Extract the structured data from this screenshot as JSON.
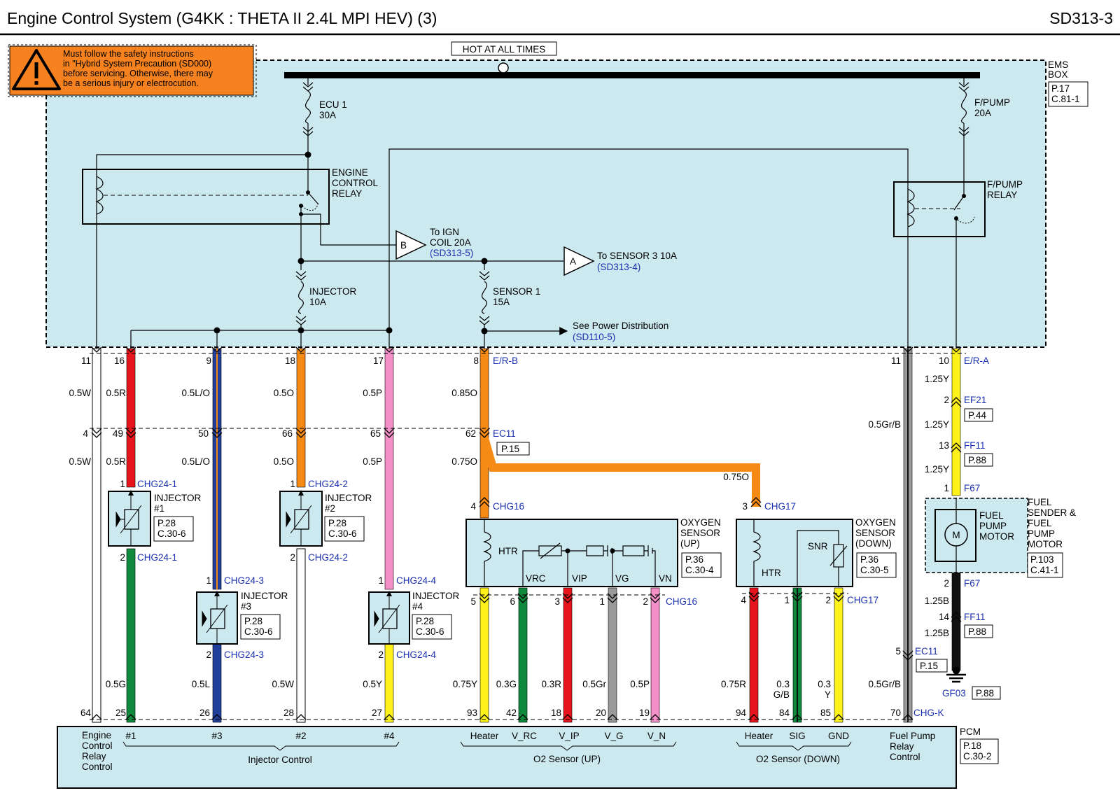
{
  "header": {
    "title": "Engine Control System (G4KK : THETA II 2.4L MPI HEV) (3)",
    "code": "SD313-3"
  },
  "warning": {
    "lines": [
      "Must follow the safety instructions",
      "in \"Hybrid System Precaution (SD000)",
      "before servicing. Otherwise, there may",
      "be a serious injury or electrocution."
    ]
  },
  "colors": {
    "box_fill": "#cde9f0",
    "warning_bg": "#f5821f",
    "link_blue": "#1a2fb0",
    "wire_red": "#e8141b",
    "wire_green": "#0f8a3c",
    "wire_blue": "#1f3f9a",
    "wire_orange": "#f58a14",
    "wire_pink": "#f48fc8",
    "wire_yellow": "#fff21a",
    "wire_gray": "#9a9a9a",
    "wire_black": "#111111"
  },
  "ems_box": {
    "hot_label": "HOT AT ALL TIMES",
    "name": [
      "EMS",
      "BOX"
    ],
    "ref": [
      "P.17",
      "C.81-1"
    ]
  },
  "fuses": {
    "ecu1": [
      "ECU 1",
      "30A"
    ],
    "fpump": [
      "F/PUMP",
      "20A"
    ],
    "injector": [
      "INJECTOR",
      "10A"
    ],
    "sensor1": [
      "SENSOR 1",
      "15A"
    ]
  },
  "relays": {
    "engine": [
      "ENGINE",
      "CONTROL",
      "RELAY"
    ],
    "fpump": [
      "F/PUMP",
      "RELAY"
    ]
  },
  "refs": {
    "b_letter": "B",
    "b_text": [
      "To IGN",
      "COIL 20A"
    ],
    "b_link": "(SD313-5)",
    "a_letter": "A",
    "a_text": "To SENSOR 3 10A",
    "a_link": "(SD313-4)",
    "power_text": "See Power Distribution",
    "power_link": "(SD110-5)"
  },
  "wires": {
    "row1_pins": [
      "11",
      "16",
      "9",
      "18",
      "17",
      "8",
      "11",
      "10"
    ],
    "row1_colors": [
      "0.5W",
      "0.5R",
      "0.5L/O",
      "0.5O",
      "0.5P",
      "0.85O",
      "0.5Gr/B",
      "1.25Y"
    ],
    "row2_pins": [
      "4",
      "49",
      "50",
      "66",
      "65",
      "62"
    ],
    "row2_colors": [
      "0.5W",
      "0.5R",
      "0.5L/O",
      "0.5O",
      "0.5P",
      "0.75O"
    ],
    "o2_down_feed": "0.75O",
    "bottom_colors": [
      "0.5G",
      "0.5L",
      "0.5W",
      "0.5Y",
      "0.75Y",
      "0.3G",
      "0.3R",
      "0.5Gr",
      "0.5P",
      "0.75R",
      "0.3",
      "G/B",
      "0.3",
      "Y",
      "0.5Gr/B"
    ],
    "pcm_pins": [
      "64",
      "25",
      "26",
      "28",
      "27",
      "93",
      "42",
      "18",
      "20",
      "19",
      "94",
      "84",
      "85",
      "70"
    ],
    "fuel_colors": [
      "1.25Y",
      "1.25B",
      "1.25B"
    ]
  },
  "connectors": {
    "er_b": "E/R-B",
    "er_a": "E/R-A",
    "ec11": "EC11",
    "ec11_ref": "P.15",
    "ef21": "EF21",
    "ef21_ref": "P.44",
    "ff11": "FF11",
    "ff11_ref": "P.88",
    "f67": "F67",
    "gf03": "GF03",
    "gf03_ref": "P.88",
    "chg24_1": "CHG24-1",
    "chg24_2": "CHG24-2",
    "chg24_3": "CHG24-3",
    "chg24_4": "CHG24-4",
    "chg16": "CHG16",
    "chg17": "CHG17",
    "chg_k": "CHG-K",
    "pin_1": "1",
    "pin_2": "2",
    "pin_3": "3",
    "pin_4": "4",
    "pin_5": "5",
    "pin_6": "6",
    "pin_13": "13",
    "pin_14": "14",
    "pin_5b": "5"
  },
  "injectors": [
    {
      "name": [
        "INJECTOR",
        "#1"
      ],
      "ref": [
        "P.28",
        "C.30-6"
      ]
    },
    {
      "name": [
        "INJECTOR",
        "#2"
      ],
      "ref": [
        "P.28",
        "C.30-6"
      ]
    },
    {
      "name": [
        "INJECTOR",
        "#3"
      ],
      "ref": [
        "P.28",
        "C.30-6"
      ]
    },
    {
      "name": [
        "INJECTOR",
        "#4"
      ],
      "ref": [
        "P.28",
        "C.30-6"
      ]
    }
  ],
  "o2_up": {
    "name": [
      "OXYGEN",
      "SENSOR",
      "(UP)"
    ],
    "ref": [
      "P.36",
      "C.30-4"
    ],
    "labels": [
      "HTR",
      "VRC",
      "VIP",
      "VG",
      "VN"
    ]
  },
  "o2_down": {
    "name": [
      "OXYGEN",
      "SENSOR",
      "(DOWN)"
    ],
    "ref": [
      "P.36",
      "C.30-5"
    ],
    "labels": [
      "HTR",
      "SNR"
    ]
  },
  "fuel_pump": {
    "inner": [
      "FUEL",
      "PUMP",
      "MOTOR"
    ],
    "name": [
      "FUEL",
      "SENDER &",
      "FUEL",
      "PUMP",
      "MOTOR"
    ],
    "ref": [
      "P.103",
      "C.41-1"
    ],
    "motor_symbol": "M"
  },
  "pcm": {
    "name": "PCM",
    "ref": [
      "P.18",
      "C.30-2"
    ],
    "ecr": [
      "Engine",
      "Control",
      "Relay",
      "Control"
    ],
    "inj_labels": [
      "#1",
      "#3",
      "#2",
      "#4"
    ],
    "inj_group": "Injector Control",
    "o2up_labels": [
      "Heater",
      "V_RC",
      "V_IP",
      "V_G",
      "V_N"
    ],
    "o2up_group": "O2 Sensor (UP)",
    "o2dn_labels": [
      "Heater",
      "SIG",
      "GND"
    ],
    "o2dn_group": "O2 Sensor (DOWN)",
    "fp": [
      "Fuel Pump",
      "Relay",
      "Control"
    ]
  }
}
